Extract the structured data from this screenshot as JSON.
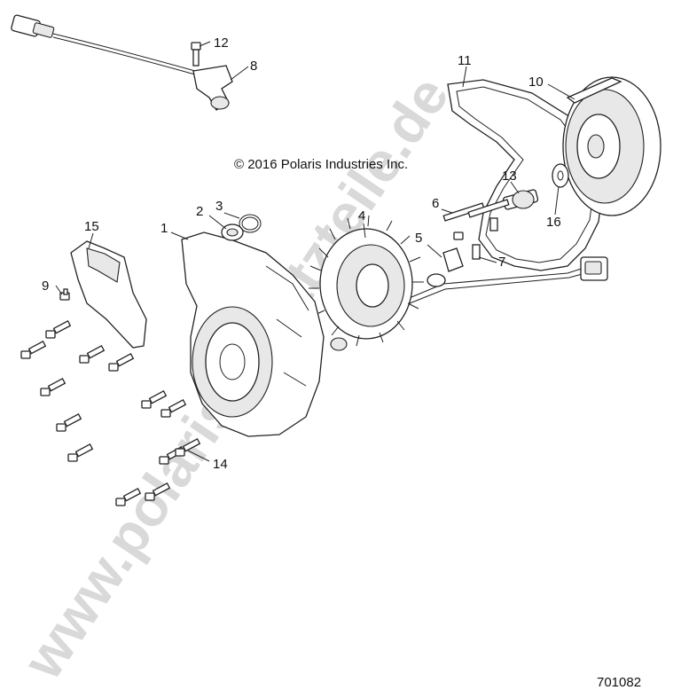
{
  "watermark": "www.polaris-ersatzteile.de",
  "copyright": "© 2016  Polaris Industries Inc.",
  "figure_number": "701082",
  "callouts": {
    "c1": "1",
    "c2": "2",
    "c3": "3",
    "c4": "4",
    "c5": "5",
    "c6": "6",
    "c7": "7",
    "c8": "8",
    "c9": "9",
    "c10": "10",
    "c11": "11",
    "c12": "12",
    "c13": "13",
    "c14": "14",
    "c15": "15",
    "c16": "16"
  }
}
